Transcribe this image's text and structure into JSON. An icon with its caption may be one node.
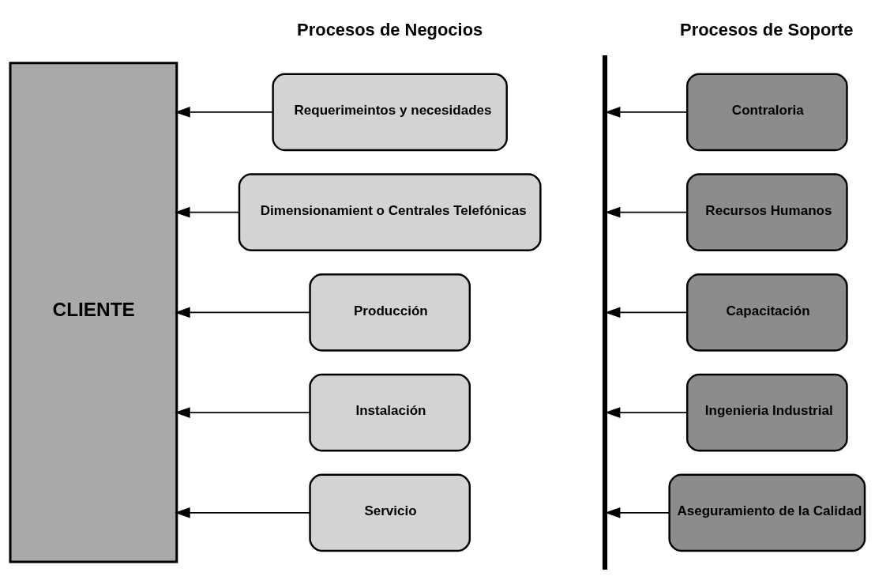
{
  "diagram": {
    "nodes": [
      {
        "text": [
          "CLIENTE"
        ]
      },
      {
        "text": [
          "Requerimeintos y necesidades"
        ]
      },
      {
        "text": [
          "Dimensionamient o Centrales Telefónicas"
        ]
      },
      {
        "text": [
          "Producción"
        ]
      },
      {
        "text": [
          "Instalación"
        ]
      },
      {
        "text": [
          "Servicio"
        ]
      },
      {
        "text": [],
        "shape": "bar"
      },
      {
        "text": [
          "Contraloria"
        ]
      },
      {
        "text": [
          "Recursos Humanos"
        ]
      },
      {
        "text": [
          "Capacitación"
        ]
      },
      {
        "text": [
          "Ingenieria Industrial"
        ]
      },
      {
        "text": [
          "Aseguramiento de la Calidad"
        ]
      }
    ],
    "edges": [
      {
        "from": 1,
        "to": 0,
        "arrow": "to"
      },
      {
        "from": 2,
        "to": 0,
        "arrow": "to"
      },
      {
        "from": 3,
        "to": 0,
        "arrow": "to"
      },
      {
        "from": 4,
        "to": 0,
        "arrow": "to"
      },
      {
        "from": 5,
        "to": 0,
        "arrow": "to"
      },
      {
        "from": 7,
        "to": 6,
        "arrow": "to"
      },
      {
        "from": 8,
        "to": 6,
        "arrow": "to"
      },
      {
        "from": 9,
        "to": 6,
        "arrow": "to"
      },
      {
        "from": 10,
        "to": 6,
        "arrow": "to"
      },
      {
        "from": 11,
        "to": 6,
        "arrow": "to"
      }
    ],
    "labels": [
      "Procesos de Negocios",
      "Procesos de Soporte"
    ]
  }
}
